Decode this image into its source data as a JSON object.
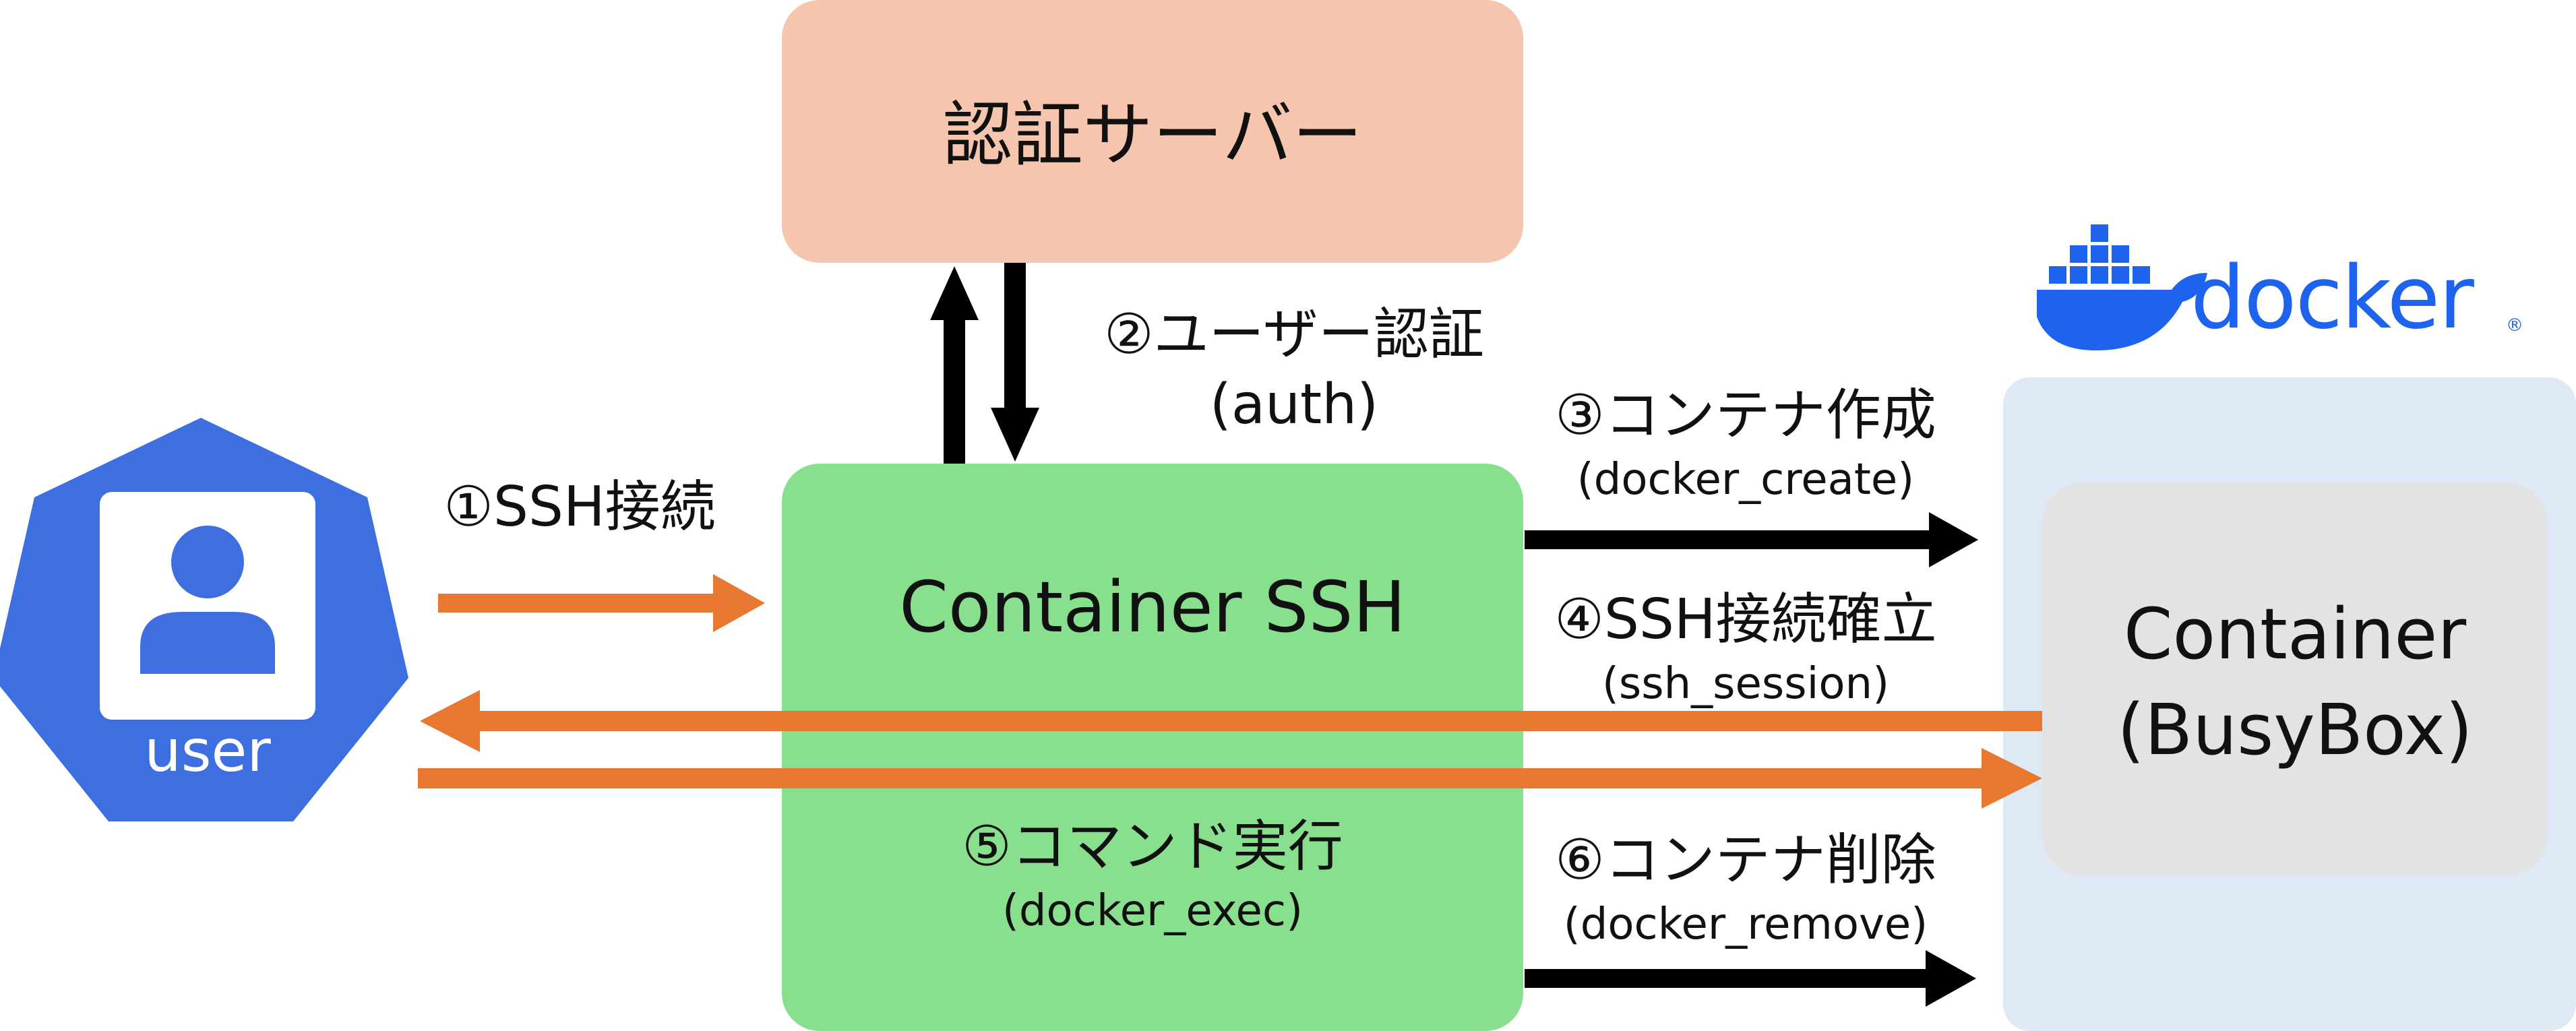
{
  "auth_server": {
    "label": "認証サーバー"
  },
  "container_ssh": {
    "label": "Container SSH"
  },
  "container": {
    "line1": "Container",
    "line2": "(BusyBox)"
  },
  "user": {
    "label": "user"
  },
  "docker": {
    "wordmark": "docker",
    "registered": "®"
  },
  "steps": {
    "s1": {
      "label": "①SSH接続"
    },
    "s2": {
      "label": "②ユーザー認証",
      "sub": "(auth)"
    },
    "s3": {
      "label": "③コンテナ作成",
      "sub": "(docker_create)"
    },
    "s4": {
      "label": "④SSH接続確立",
      "sub": "(ssh_session)"
    },
    "s5": {
      "label": "⑤コマンド実行",
      "sub": "(docker_exec)"
    },
    "s6": {
      "label": "⑥コンテナ削除",
      "sub": "(docker_remove)"
    }
  },
  "colors": {
    "auth": "#f5c6ad",
    "ssh": "#88e08f",
    "docker_panel": "#dfe9f6",
    "container": "#e3e3e3",
    "orange_arrow": "#e8772f",
    "docker_blue": "#1d63ed",
    "user_blue": "#3d6fe0"
  }
}
